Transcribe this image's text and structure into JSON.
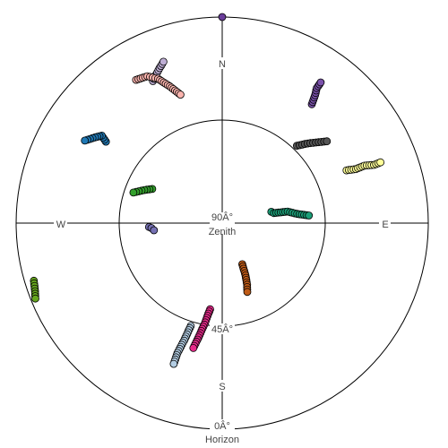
{
  "chart_data": {
    "type": "scatter",
    "projection": "polar sky plot (azimuth around circle, altitude inward from horizon to zenith)",
    "grid": true,
    "legend": "none",
    "altitude_rings_deg": [
      0,
      45
    ],
    "labels": {
      "north": "N",
      "south": "S",
      "east": "E",
      "west": "W",
      "center_alt": "90Â°",
      "center_name": "Zenith",
      "ring_45": "45Â°",
      "ring_0": "0Â°",
      "horizon": "Horizon"
    },
    "point_style": {
      "stroke": "#000000"
    },
    "series": [
      {
        "color": "#6a3d9a",
        "points": [
          [
            0,
            0
          ]
        ]
      },
      {
        "color": "#7b52ab",
        "points": [
          [
            37,
            25
          ],
          [
            36,
            21
          ],
          [
            35,
            18
          ],
          [
            35,
            15
          ]
        ]
      },
      {
        "color": "#555555",
        "points": [
          [
            44,
            43
          ],
          [
            47,
            39
          ],
          [
            50,
            35
          ],
          [
            52,
            32
          ]
        ]
      },
      {
        "color": "#ffff99",
        "points": [
          [
            67,
            31
          ],
          [
            68,
            27
          ],
          [
            68,
            23
          ],
          [
            69,
            19
          ],
          [
            69,
            16
          ]
        ]
      },
      {
        "color": "#1b9e77",
        "points": [
          [
            77,
            68
          ],
          [
            79,
            67
          ],
          [
            80,
            61
          ],
          [
            83,
            57
          ],
          [
            85,
            52
          ]
        ]
      },
      {
        "color": "#bf5b17",
        "points": [
          [
            154,
            70
          ],
          [
            156,
            65
          ],
          [
            158,
            61
          ],
          [
            160,
            58
          ]
        ]
      },
      {
        "color": "#e7298a",
        "points": [
          [
            188,
            52
          ],
          [
            190,
            45
          ],
          [
            192,
            38
          ],
          [
            193,
            34
          ]
        ]
      },
      {
        "color": "#b3cde3",
        "points": [
          [
            197,
            43
          ],
          [
            198,
            36
          ],
          [
            199,
            30
          ],
          [
            199,
            25
          ]
        ]
      },
      {
        "color": "#7570b3",
        "points": [
          [
            267,
            58
          ],
          [
            266,
            59
          ],
          [
            264,
            60
          ]
        ]
      },
      {
        "color": "#33a02c",
        "points": [
          [
            296,
            56
          ],
          [
            293,
            53
          ],
          [
            289,
            49
          ]
        ]
      },
      {
        "color": "#66a61e",
        "points": [
          [
            253,
            4
          ],
          [
            250,
            3
          ],
          [
            248,
            2
          ]
        ]
      },
      {
        "color": "#1f78b4",
        "points": [
          [
            305,
            28
          ],
          [
            306,
            25
          ],
          [
            304,
            23
          ],
          [
            301,
            20
          ]
        ]
      },
      {
        "color": "#beaed4",
        "points": [
          [
            334,
            21
          ],
          [
            336,
            19
          ],
          [
            338,
            17
          ],
          [
            340,
            15
          ]
        ]
      },
      {
        "color": "#fbb4ae",
        "points": [
          [
            329,
            17
          ],
          [
            333,
            18
          ],
          [
            336,
            21
          ],
          [
            339,
            26
          ],
          [
            342,
            31
          ]
        ]
      }
    ]
  }
}
